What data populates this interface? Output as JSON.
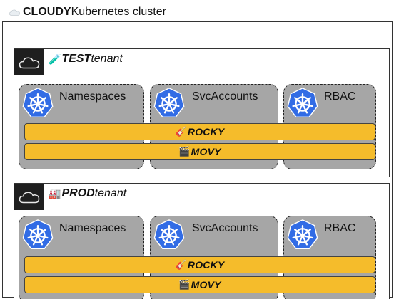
{
  "cluster": {
    "name": "CLOUDY",
    "suffix": " Kubernetes cluster"
  },
  "tenants": [
    {
      "name": "TEST",
      "suffix": " tenant",
      "emoji": "🧪",
      "namespaces": [
        {
          "label": "Namespaces",
          "icon": "kubernetes-icon"
        },
        {
          "label": "SvcAccounts",
          "icon": "kubernetes-icon"
        },
        {
          "label": "RBAC",
          "icon": "kubernetes-icon"
        }
      ],
      "apps": [
        {
          "name": "ROCKY",
          "emoji": "🎸"
        },
        {
          "name": "MOVY",
          "emoji": "🎬"
        }
      ]
    },
    {
      "name": "PROD",
      "suffix": " tenant",
      "emoji": "🏭",
      "namespaces": [
        {
          "label": "Namespaces",
          "icon": "kubernetes-icon"
        },
        {
          "label": "SvcAccounts",
          "icon": "kubernetes-icon"
        },
        {
          "label": "RBAC",
          "icon": "kubernetes-icon"
        }
      ],
      "apps": [
        {
          "name": "ROCKY",
          "emoji": "🎸"
        },
        {
          "name": "MOVY",
          "emoji": "🎬"
        }
      ]
    }
  ],
  "colors": {
    "namespace_fill": "#a6a6a6",
    "app_bar": "#f5bc2b",
    "kubernetes_blue": "#326ce5",
    "cloud_tab": "#1f1f1f"
  }
}
